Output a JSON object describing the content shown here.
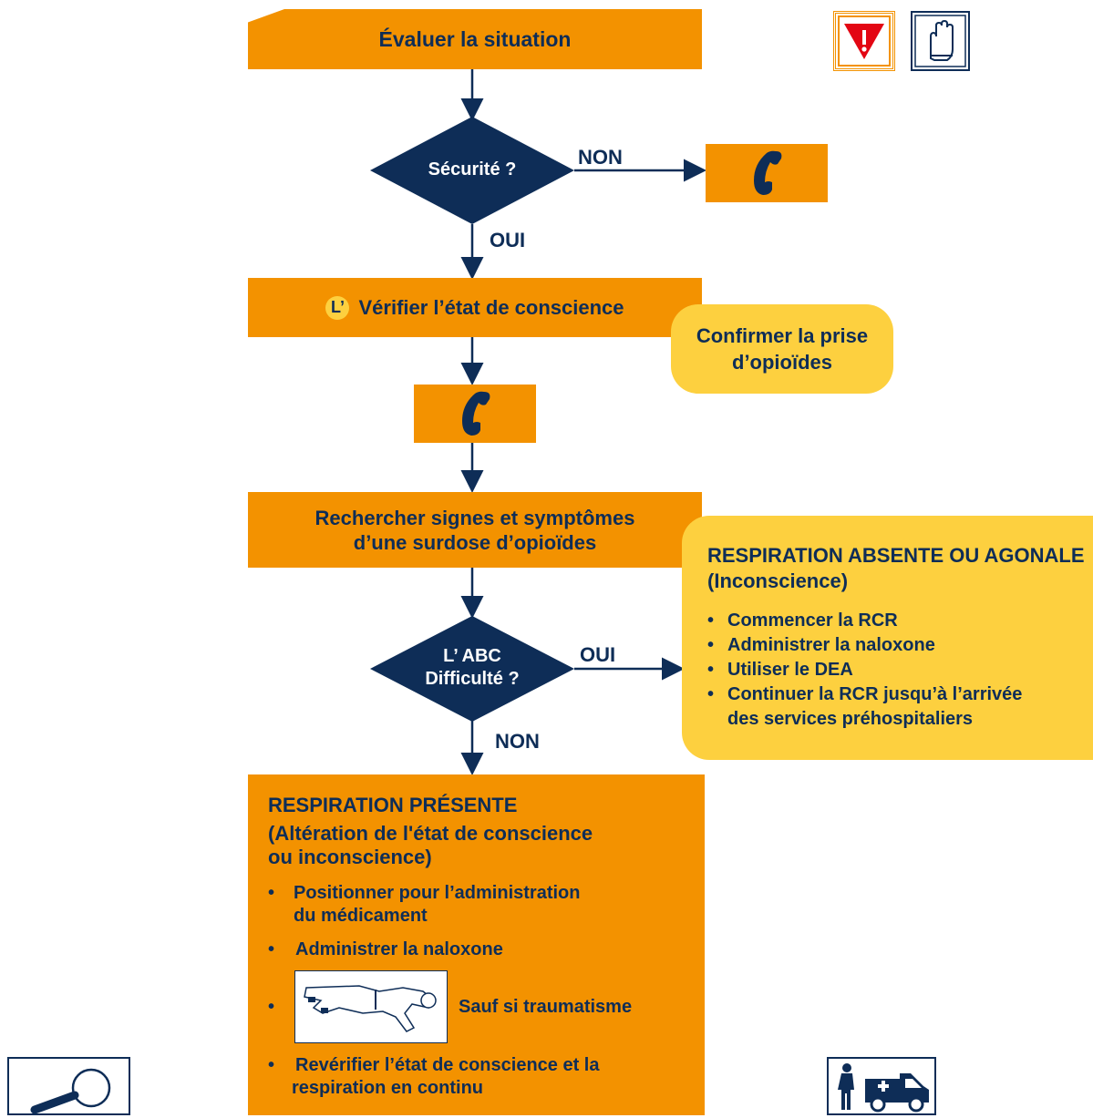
{
  "colors": {
    "orange": "#F39200",
    "yellow": "#FDD03F",
    "navy": "#0E2D57",
    "red": "#E30613"
  },
  "header_icons": [
    "danger-warning-icon",
    "glove-hand-icon"
  ],
  "steps": {
    "evaluate": "Évaluer la situation",
    "safety_question": "Sécurité ?",
    "safety_no": "NON",
    "safety_yes": "OUI",
    "check_badge": "L’",
    "check_consciousness": "Vérifier l’état de conscience",
    "confirm_opioids_line1": "Confirmer la prise",
    "confirm_opioids_line2": "d’opioïdes",
    "search_line1": "Rechercher signes et symptômes",
    "search_line2": "d’une surdose d’opioïdes",
    "abc_line1": "L’ ABC",
    "abc_line2": "Difficulté ?",
    "abc_yes": "OUI",
    "abc_no": "NON"
  },
  "absent_box": {
    "title_line1": "RESPIRATION ABSENTE OU AGONALE",
    "title_line2": "(Inconscience)",
    "items": [
      "Commencer la RCR",
      "Administrer la naloxone",
      "Utiliser le DEA",
      "Continuer la RCR jusqu’à l’arrivée",
      "des services préhospitaliers"
    ]
  },
  "present_box": {
    "title": "RESPIRATION PRÉSENTE",
    "subtitle_line1": "(Altération de l'état de conscience",
    "subtitle_line2": "ou inconscience)",
    "item1_line1": "Positionner pour l’administration",
    "item1_line2": "du médicament",
    "item2": "Administrer la naloxone",
    "item3": "Sauf si traumatisme",
    "item4_line1": "Revérifier l’état de conscience et la",
    "item4_line2": "respiration en continu"
  },
  "footer_icons": [
    "magnifier-icon",
    "person-ambulance-icon"
  ]
}
